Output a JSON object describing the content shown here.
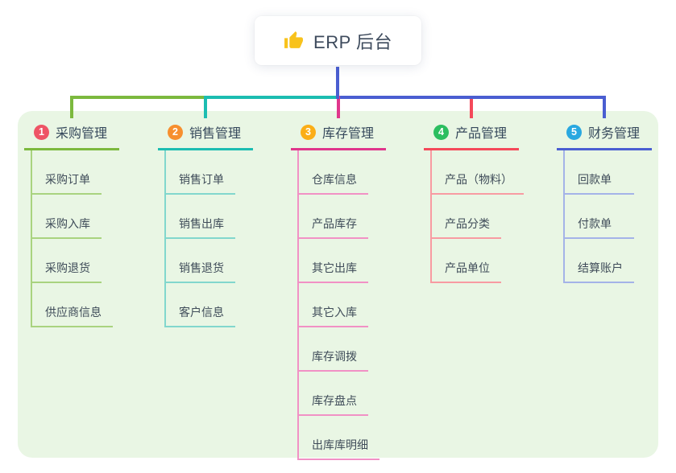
{
  "root": {
    "title": "ERP 后台",
    "icon": "thumbs-up-icon",
    "icon_color": "#f8c21c"
  },
  "colors": {
    "panel_bg": "#e9f6e4",
    "root_line": "#4a5ed1",
    "text": "#3c4858"
  },
  "branches": [
    {
      "index": "1",
      "title": "采购管理",
      "badge_color": "#ee5465",
      "line_color": "#7cb93e",
      "child_line_color": "#a9d37f",
      "children": [
        "采购订单",
        "采购入库",
        "采购退货",
        "供应商信息"
      ]
    },
    {
      "index": "2",
      "title": "销售管理",
      "badge_color": "#f78f2e",
      "line_color": "#1cbdb1",
      "child_line_color": "#82d7cd",
      "children": [
        "销售订单",
        "销售出库",
        "销售退货",
        "客户信息"
      ]
    },
    {
      "index": "3",
      "title": "库存管理",
      "badge_color": "#fbae17",
      "line_color": "#e0368c",
      "child_line_color": "#f191c5",
      "children": [
        "仓库信息",
        "产品库存",
        "其它出库",
        "其它入库",
        "库存调拨",
        "库存盘点",
        "出库库明细"
      ]
    },
    {
      "index": "4",
      "title": "产品管理",
      "badge_color": "#2cbe60",
      "line_color": "#f4495a",
      "child_line_color": "#f89ba2",
      "children": [
        "产品（物料）",
        "产品分类",
        "产品单位"
      ]
    },
    {
      "index": "5",
      "title": "财务管理",
      "badge_color": "#29a8e0",
      "line_color": "#4a5ed1",
      "child_line_color": "#a4b3e8",
      "children": [
        "回款单",
        "付款单",
        "结算账户"
      ]
    }
  ]
}
